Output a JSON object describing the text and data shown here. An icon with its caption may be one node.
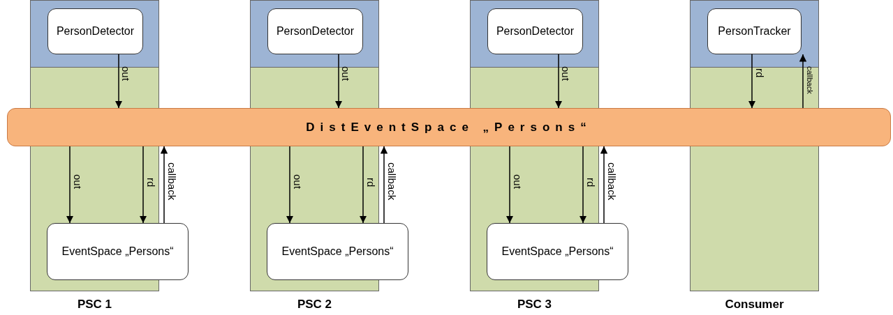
{
  "diagram": {
    "nodes": [
      {
        "text": [
          "PSC 1"
        ]
      },
      {
        "text": [
          "PersonDetector"
        ],
        "in": 0
      },
      {
        "text": [
          "EventSpace „Persons“"
        ]
      },
      {
        "text": [
          "PSC 2"
        ]
      },
      {
        "text": [
          "PersonDetector"
        ],
        "in": 3
      },
      {
        "text": [
          "EventSpace „Persons“"
        ]
      },
      {
        "text": [
          "PSC 3"
        ]
      },
      {
        "text": [
          "PersonDetector"
        ],
        "in": 6
      },
      {
        "text": [
          "EventSpace „Persons“"
        ]
      },
      {
        "text": [
          "Consumer"
        ]
      },
      {
        "text": [
          "PersonTracker"
        ],
        "in": 9
      },
      {
        "text": [
          "DistEventSpace „Persons“"
        ]
      }
    ],
    "edges": [
      {
        "from": 1,
        "to": 11,
        "arrow": "to",
        "label": "out"
      },
      {
        "from": 11,
        "to": 2,
        "arrow": "to",
        "label": "out"
      },
      {
        "from": 11,
        "to": 2,
        "arrow": "to",
        "label": "rd"
      },
      {
        "from": 2,
        "to": 11,
        "arrow": "to",
        "label": "callback"
      },
      {
        "from": 4,
        "to": 11,
        "arrow": "to",
        "label": "out"
      },
      {
        "from": 11,
        "to": 5,
        "arrow": "to",
        "label": "out"
      },
      {
        "from": 11,
        "to": 5,
        "arrow": "to",
        "label": "rd"
      },
      {
        "from": 5,
        "to": 11,
        "arrow": "to",
        "label": "callback"
      },
      {
        "from": 7,
        "to": 11,
        "arrow": "to",
        "label": "out"
      },
      {
        "from": 11,
        "to": 8,
        "arrow": "to",
        "label": "out"
      },
      {
        "from": 11,
        "to": 8,
        "arrow": "to",
        "label": "rd"
      },
      {
        "from": 8,
        "to": 11,
        "arrow": "to",
        "label": "callback"
      },
      {
        "from": 10,
        "to": 11,
        "arrow": "to",
        "label": "rd"
      },
      {
        "from": 11,
        "to": 10,
        "arrow": "to",
        "label": "callback"
      }
    ]
  }
}
